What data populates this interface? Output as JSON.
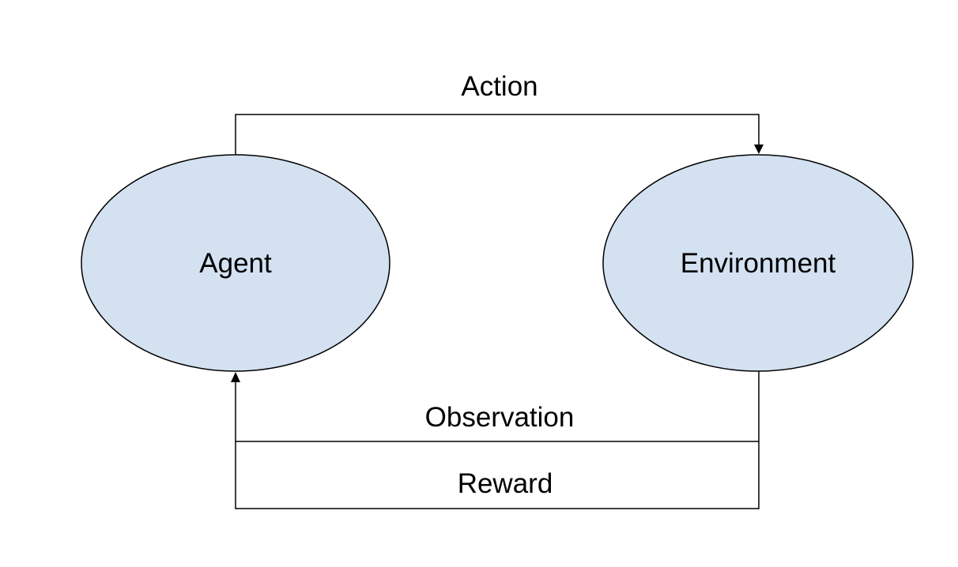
{
  "diagram": {
    "node_fill": "#d3e1f1",
    "stroke_color": "#000000",
    "nodes": {
      "agent": {
        "label": "Agent"
      },
      "environment": {
        "label": "Environment"
      }
    },
    "edges": {
      "action": {
        "label": "Action",
        "from": "Agent",
        "to": "Environment"
      },
      "observation": {
        "label": "Observation",
        "from": "Environment",
        "to": "Agent"
      },
      "reward": {
        "label": "Reward",
        "from": "Environment",
        "to": "Agent"
      }
    }
  }
}
